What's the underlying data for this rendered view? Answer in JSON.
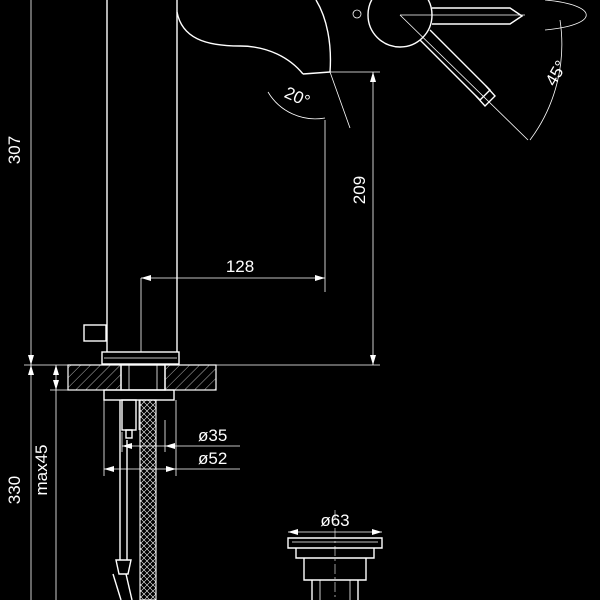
{
  "dimensions": {
    "height_total": "307",
    "spout_height": "209",
    "spout_reach": "128",
    "spout_angle": "20°",
    "lever_angle": "45°",
    "hole_diameter": "ø35",
    "base_diameter": "ø52",
    "under_deck_length": "330",
    "max_deck_thickness": "max45",
    "drain_diameter": "ø63"
  },
  "colors": {
    "background": "#000000",
    "linework": "#ffffff"
  }
}
